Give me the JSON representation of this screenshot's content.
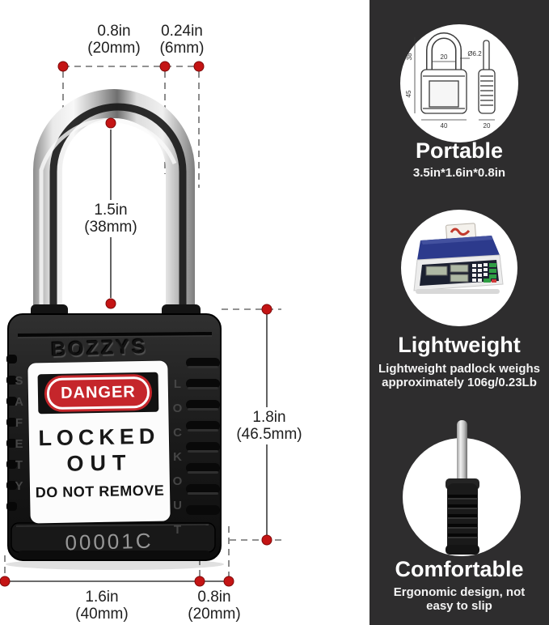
{
  "colors": {
    "accent_red": "#c41414",
    "danger_red": "#c5262b",
    "sidebar_bg": "#2e2d2e",
    "padlock_body": "#1b1b1b"
  },
  "dims": {
    "top_width": {
      "line1": "0.8in",
      "line2": "(20mm)"
    },
    "top_gap": {
      "line1": "0.24in",
      "line2": "(6mm)"
    },
    "shackle_height": {
      "line1": "1.5in",
      "line2": "(38mm)"
    },
    "body_height": {
      "line1": "1.8in",
      "line2": "(46.5mm)"
    },
    "bottom_width": {
      "line1": "1.6in",
      "line2": "(40mm)"
    },
    "bottom_depth": {
      "line1": "0.8in",
      "line2": "(20mm)"
    }
  },
  "padlock": {
    "brand": "BOZZYS",
    "danger": "DANGER",
    "locked_line1": "LOCKED",
    "locked_line2": "OUT",
    "do_not_remove": "DO NOT REMOVE",
    "serial": "00001C",
    "left_text": "SAFETY",
    "right_text": "LOCKOUT"
  },
  "sidebar": {
    "features": [
      {
        "title": "Portable",
        "description": "3.5in*1.6in*0.8in"
      },
      {
        "title": "Lightweight",
        "description": "Lightweight padlock weighs approximately 106g/0.23Lb"
      },
      {
        "title": "Comfortable",
        "description": "Ergonomic design, not easy to slip"
      }
    ],
    "drawing": {
      "shackle_height": "38",
      "shackle_width": "20",
      "shackle_diameter": "Ø6.2",
      "body_height": "45",
      "body_width": "40",
      "body_depth": "20"
    }
  }
}
